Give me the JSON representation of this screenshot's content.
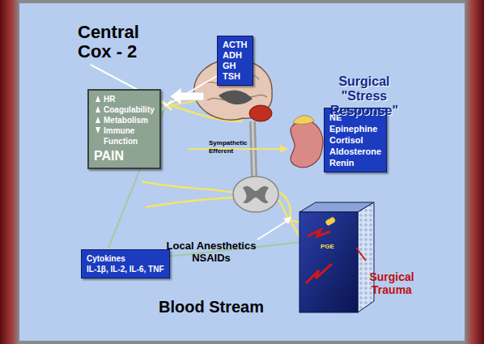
{
  "diagram": {
    "nodes": [
      {
        "text": [
          "ACTH",
          "ADH",
          "GH",
          "TSH"
        ]
      },
      {
        "text": [
          "HR",
          "Coagulability",
          "Metabolism",
          "Immune Function",
          "PAIN"
        ]
      },
      {
        "text": [
          "NE",
          "Epinephine",
          "Cortisol",
          "Aldosterone",
          "Renin"
        ]
      },
      {
        "text": [
          "Cytokines",
          "IL-1β, IL-2, IL-6, TNF"
        ]
      }
    ],
    "labels": [
      "Central Cox - 2",
      "Surgical \"Stress Response\"",
      "Sympathetic Efferent",
      "Local Anesthetics NSAIDs",
      "Blood Stream",
      "PGE",
      "Surgical Trauma"
    ]
  }
}
